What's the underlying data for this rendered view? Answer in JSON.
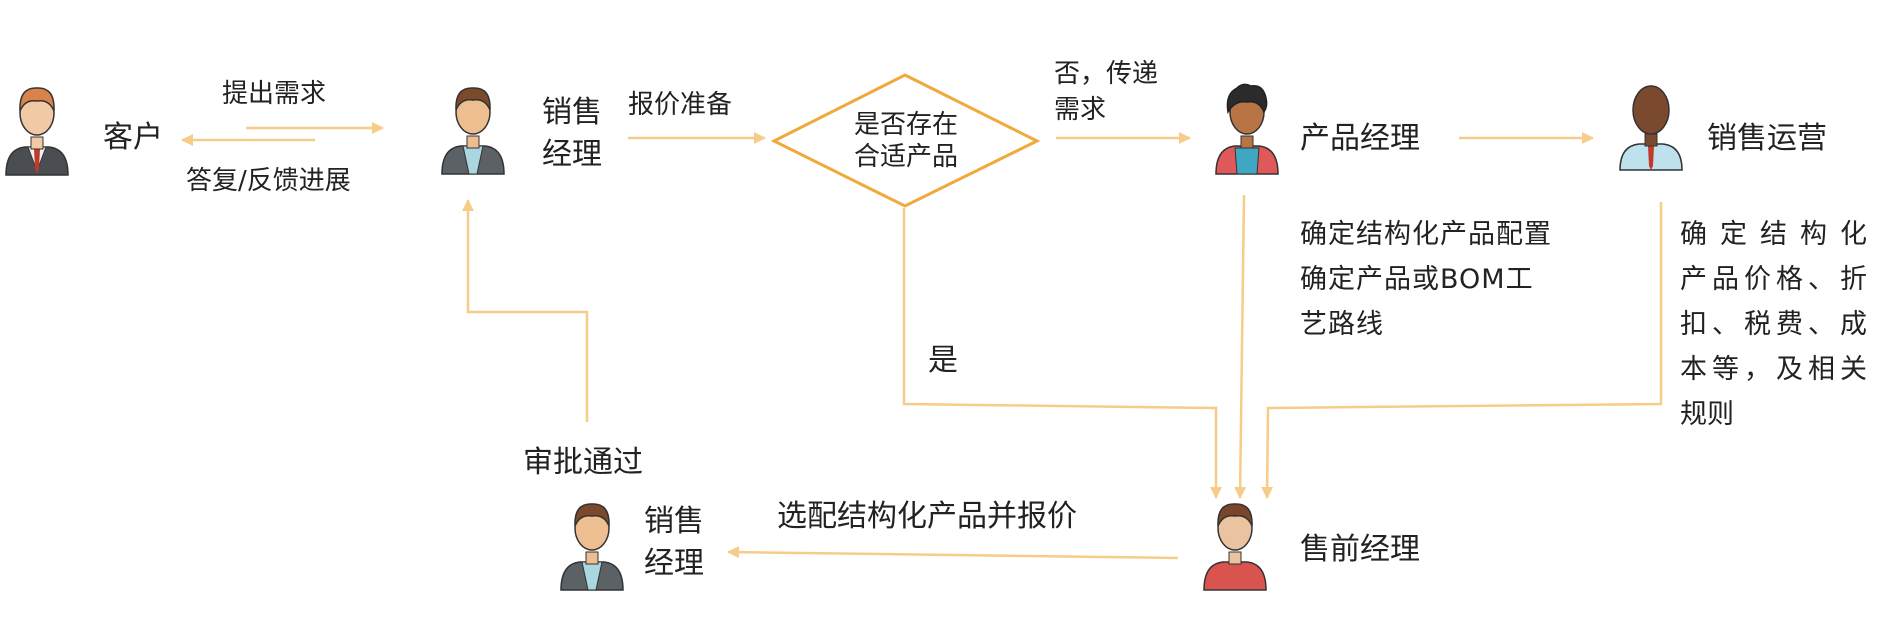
{
  "colors": {
    "arrow": "#F6CC8A",
    "diamond_stroke": "#F0A93B",
    "text": "#222222"
  },
  "actors": {
    "customer": {
      "label": "客户",
      "icon": "male-suit-avatar-icon"
    },
    "sales_manager_top": {
      "label_line1": "销售",
      "label_line2": "经理",
      "icon": "male-jacket-avatar-icon"
    },
    "product_manager": {
      "label": "产品经理",
      "icon": "curly-hair-avatar-icon"
    },
    "sales_ops": {
      "label": "销售运营",
      "icon": "bald-tie-avatar-icon"
    },
    "presales_manager": {
      "label": "售前经理",
      "icon": "red-shirt-avatar-icon"
    },
    "sales_manager_bottom": {
      "label_line1": "销售",
      "label_line2": "经理",
      "icon": "male-jacket-avatar-icon"
    }
  },
  "decision": {
    "line1": "是否存在",
    "line2": "合适产品"
  },
  "edges": {
    "raise_demand": "提出需求",
    "reply_feedback": "答复/反馈进展",
    "quote_prep": "报价准备",
    "no_line1": "否，传递",
    "no_line2": "需求",
    "yes": "是",
    "approved": "审批通过",
    "select_quote": "选配结构化产品并报价"
  },
  "notes": {
    "product_manager": [
      "确定结构化产品配置",
      "确定产品或BOM工",
      "艺路线"
    ],
    "sales_ops": [
      "确定结构化",
      "产品价格、折",
      "扣、税费、成",
      "本等，及相关",
      "规则"
    ]
  }
}
